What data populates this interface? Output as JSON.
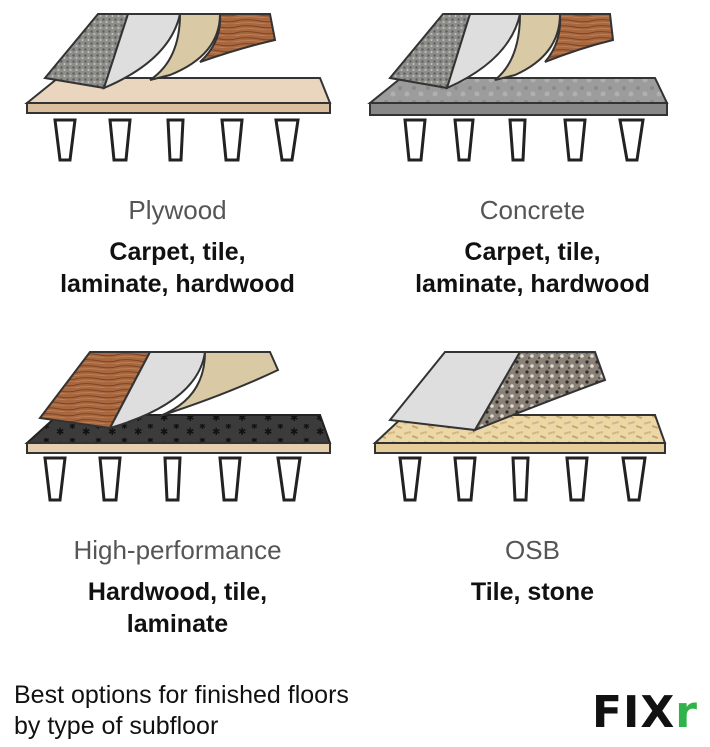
{
  "subfloors": [
    {
      "name": "Plywood",
      "floors": [
        "Carpet, tile,",
        "laminate, hardwood"
      ]
    },
    {
      "name": "Concrete",
      "floors": [
        "Carpet, tile,",
        "laminate, hardwood"
      ]
    },
    {
      "name": "High-performance",
      "floors": [
        "Hardwood, tile,",
        "laminate"
      ]
    },
    {
      "name": "OSB",
      "floors": [
        "Tile, stone"
      ]
    }
  ],
  "caption": [
    "Best options for finished floors",
    "by type of subfloor"
  ],
  "logo": {
    "main": "FIX",
    "accent": "r"
  },
  "colors": {
    "plywood": "#ead6bf",
    "concrete": "#9a9a9a",
    "membrane": "#3a3a3a",
    "osb": "#ecd7a8",
    "carpet": "#8f8f8c",
    "tile": "#d9d9d9",
    "laminate": "#d8c9a8",
    "hardwood": "#a6663f",
    "terrazzo": "#8a8178",
    "logo_accent": "#2fb34a"
  }
}
